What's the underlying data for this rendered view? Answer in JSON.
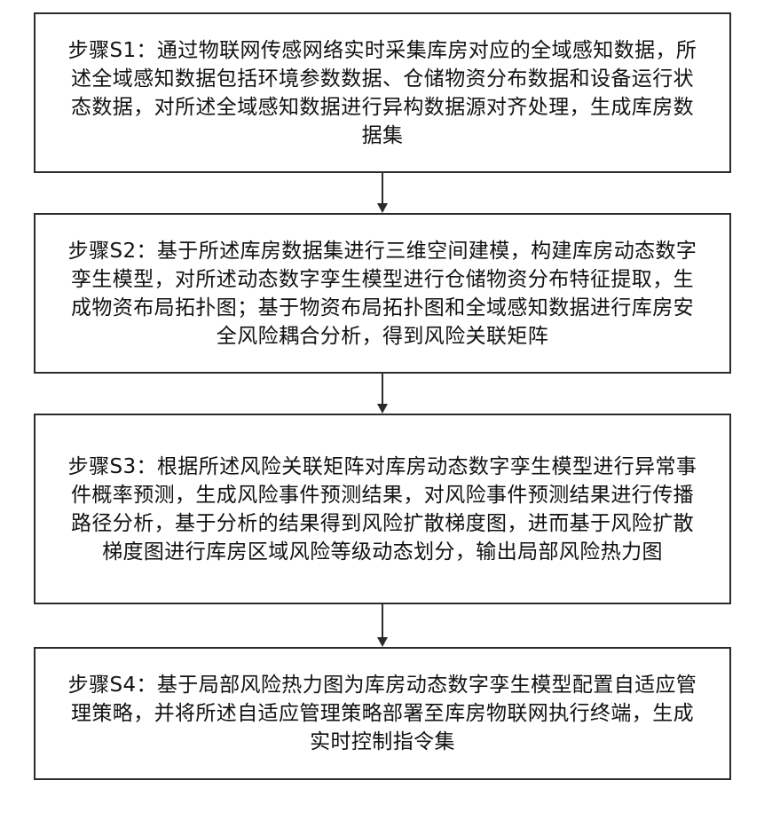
{
  "steps": [
    {
      "text": "步骤S1：通过物联网传感网络实时采集库房对应的全域感知数据，所述全域感知数据包括环境参数数据、仓储物资分布数据和设备运行状态数据，对所述全域感知数据进行异构数据源对齐处理，生成库房数据集"
    },
    {
      "text": "步骤S2：基于所述库房数据集进行三维空间建模，构建库房动态数字孪生模型，对所述动态数字孪生模型进行仓储物资分布特征提取，生成物资布局拓扑图；基于物资布局拓扑图和全域感知数据进行库房安全风险耦合分析，得到风险关联矩阵"
    },
    {
      "text": "步骤S3：根据所述风险关联矩阵对库房动态数字孪生模型进行异常事件概率预测，生成风险事件预测结果，对风险事件预测结果进行传播路径分析，基于分析的结果得到风险扩散梯度图，进而基于风险扩散梯度图进行库房区域风险等级动态划分，输出局部风险热力图"
    },
    {
      "text": "步骤S4：基于局部风险热力图为库房动态数字孪生模型配置自适应管理策略，并将所述自适应管理策略部署至库房物联网执行终端，生成实时控制指令集"
    }
  ]
}
